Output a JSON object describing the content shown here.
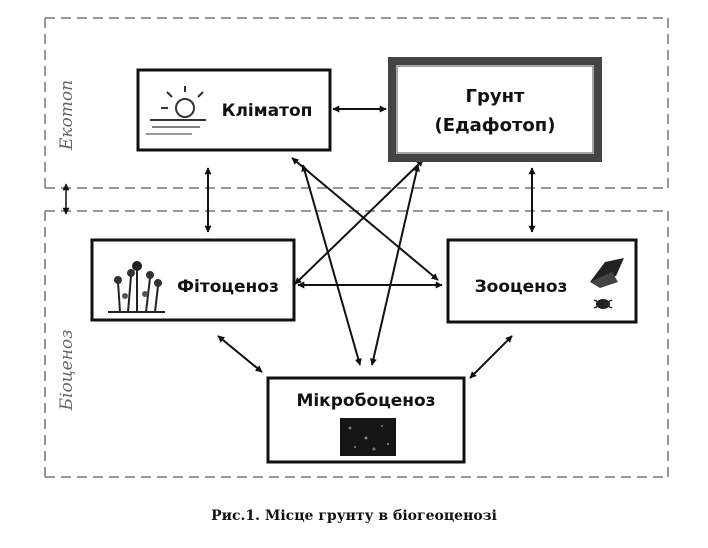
{
  "labels": {
    "ekotop": "Екотоп",
    "biocenosis": "Біоценоз"
  },
  "nodes": {
    "klimatop": "Кліматоп",
    "grunt_line1": "Грунт",
    "grunt_line2": "(Едафотоп)",
    "fitocenoz": "Фітоценоз",
    "zoocenoz": "Зооценоз",
    "mikrobocenoz": "Мікробоценоз"
  },
  "caption": "Рис.1. Місце грунту в біогеоценозі",
  "colors": {
    "line": "#111111",
    "dash": "#777777",
    "thick_border": "#333333"
  }
}
